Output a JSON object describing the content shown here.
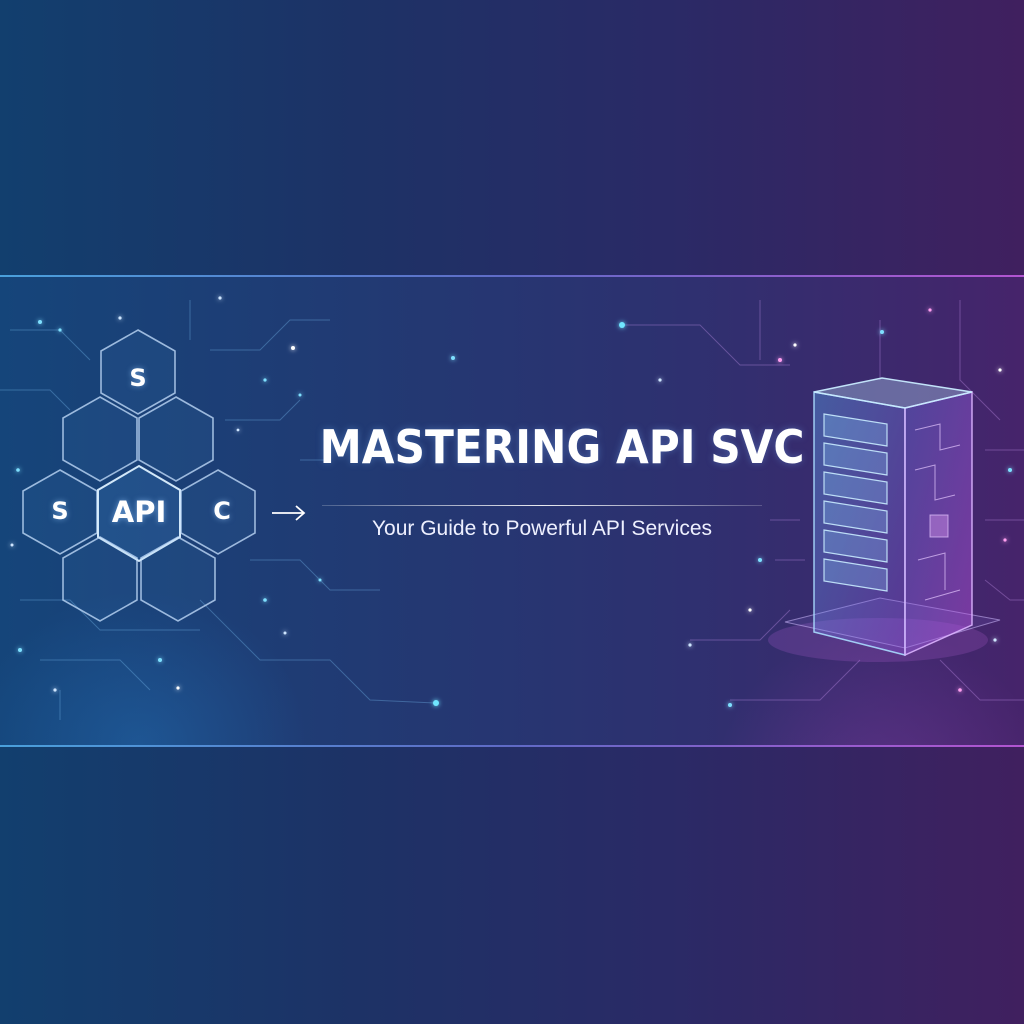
{
  "headline": {
    "title": "MASTERING API SVC",
    "subtitle": "Your Guide to Powerful API Services"
  },
  "hex_cluster": {
    "labels": {
      "top": "S",
      "left": "S",
      "center": "API",
      "right": "C"
    }
  },
  "icons": {
    "arrow": "arrow-right-icon",
    "server": "server-tower-icon"
  },
  "colors": {
    "accent_cyan": "#4fd6ff",
    "accent_magenta": "#d070ff",
    "text": "#ffffff"
  }
}
